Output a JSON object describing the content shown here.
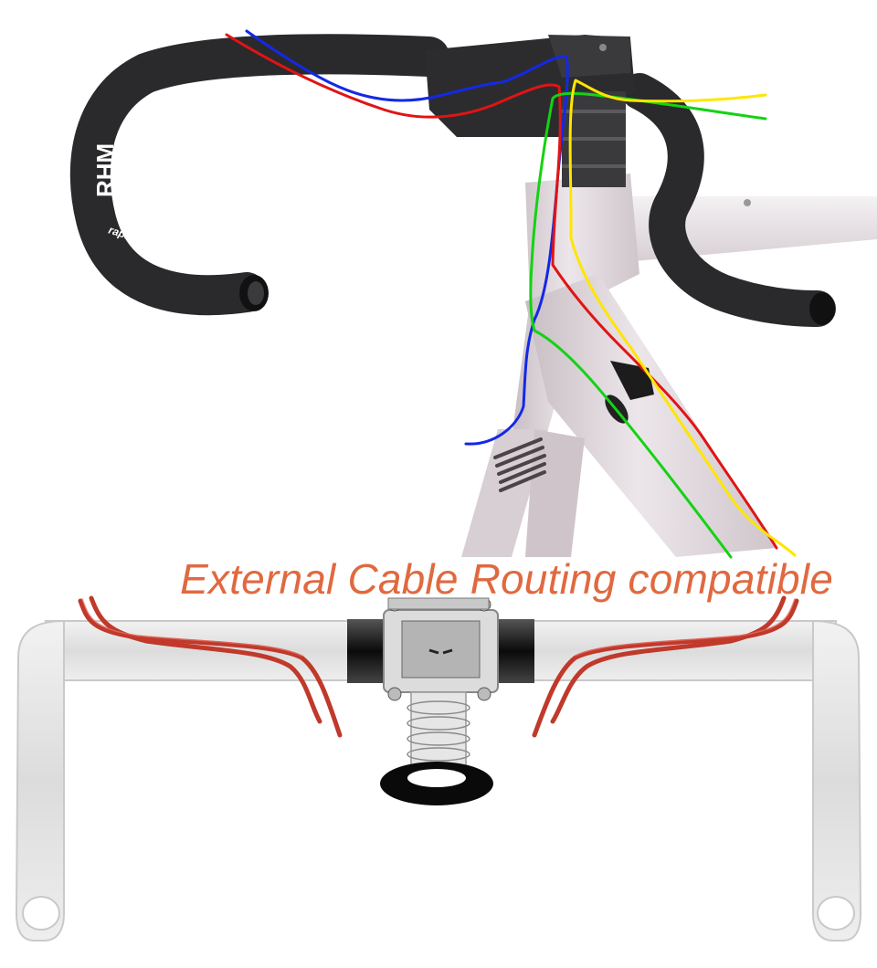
{
  "product": {
    "headline": "External Cable Routing compatible",
    "bar_brand": "RHM",
    "bar_tagline": "rapid hand movement"
  },
  "colors": {
    "headline": "#e0693f",
    "cable_blue": "#1428e6",
    "cable_red": "#e01414",
    "cable_green": "#14d214",
    "cable_yellow": "#ffe600",
    "bar_carbon": "#2a2a2c",
    "frame_silver": "#ddd3d8",
    "cutaway_red": "#c0392b"
  },
  "icons": {
    "headset_spacer": "black-ring-icon"
  }
}
